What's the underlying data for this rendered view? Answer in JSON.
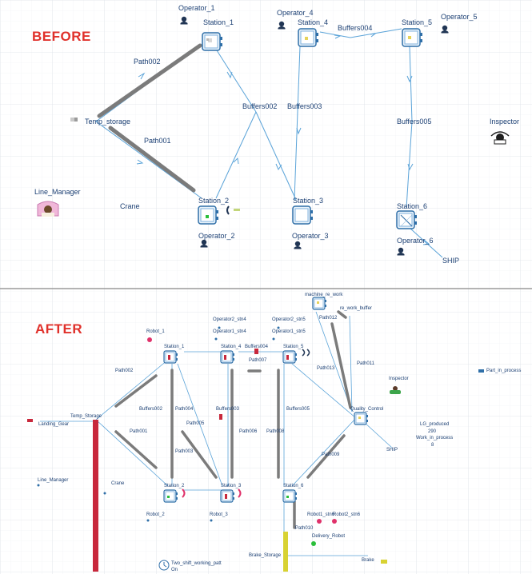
{
  "headings": {
    "before": "BEFORE",
    "after": "AFTER"
  },
  "colors": {
    "path": "#5aa3d8",
    "conveyor": "#7b7b7b",
    "label": "#1b3f73",
    "rack": "#c8283c",
    "heading": "#e0312b",
    "panel_divider": "#9a9a9a"
  },
  "before": {
    "stations": [
      "Station_1",
      "Station_2",
      "Station_3",
      "Station_4",
      "Station_5",
      "Station_6"
    ],
    "operators": [
      "Operator_1",
      "Operator_2",
      "Operator_3",
      "Operator_4",
      "Operator_5",
      "Operator_6"
    ],
    "buffers": [
      "Buffers002",
      "Buffers003",
      "Buffers004",
      "Buffers005"
    ],
    "paths": [
      "Path002",
      "Path001"
    ],
    "others": {
      "temp_storage": "Temp_storage",
      "inspector": "Inspector",
      "line_manager": "Line_Manager",
      "crane": "Crane",
      "ship": "SHIP"
    }
  },
  "after": {
    "stations": [
      "Station_1",
      "Station_2",
      "Station_3",
      "Station_4",
      "Station_5",
      "Station_6"
    ],
    "operators": [
      "Operator2_stn4",
      "Operator1_stn4",
      "Operator2_stn5",
      "Operator1_stn5"
    ],
    "robots": [
      "Robot_1",
      "Robot_2",
      "Robot_3",
      "Robot1_stn6",
      "Robot2_stn6",
      "Delivery_Robot"
    ],
    "buffers": [
      "Buffers004",
      "Buffers002",
      "Buffers003",
      "Buffers005"
    ],
    "paths": [
      "Path002",
      "Path001",
      "Path003",
      "Path004",
      "Path005",
      "Path006",
      "Path007",
      "Path008",
      "Path009",
      "Path010",
      "Path011",
      "Path012",
      "Path013"
    ],
    "others": {
      "machine_re_work": "machine_re_work",
      "re_work_buffer": "re_work_buffer",
      "inspector": "Inspector",
      "part_in_process": "Part_in_process",
      "quality_control": "Quality_Control",
      "lg_produced_label": "LG_produced",
      "lg_produced_value": "290",
      "work_in_process_label": "Work_in_process",
      "work_in_process_value": "8",
      "ship": "SHIP",
      "temp_storage": "Temp_Storage",
      "landing_gear": "Landing_Gear",
      "line_manager": "Line_Manager",
      "crane": "Crane",
      "brake_storage": "Brake_Storage",
      "brake": "Brake",
      "two_shift_label": "Two_shift_working_patt",
      "two_shift_state": "On"
    }
  }
}
